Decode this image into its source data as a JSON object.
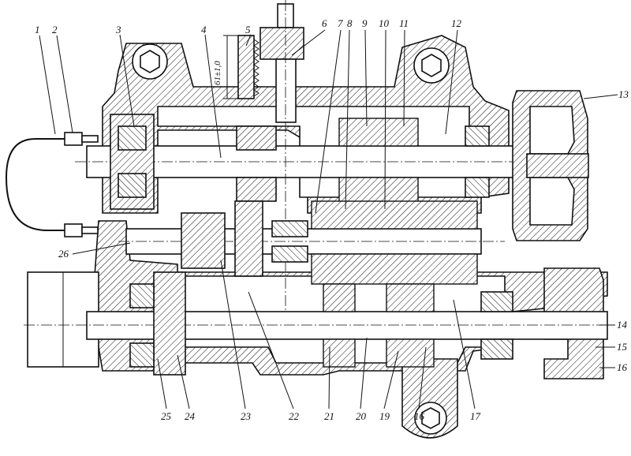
{
  "drawing": {
    "dimension": "61±1,0",
    "callouts": [
      "1",
      "2",
      "3",
      "4",
      "5",
      "6",
      "7",
      "8",
      "9",
      "10",
      "11",
      "12",
      "13",
      "14",
      "15",
      "16",
      "17",
      "16",
      "19",
      "20",
      "21",
      "22",
      "23",
      "24",
      "25",
      "26"
    ]
  }
}
